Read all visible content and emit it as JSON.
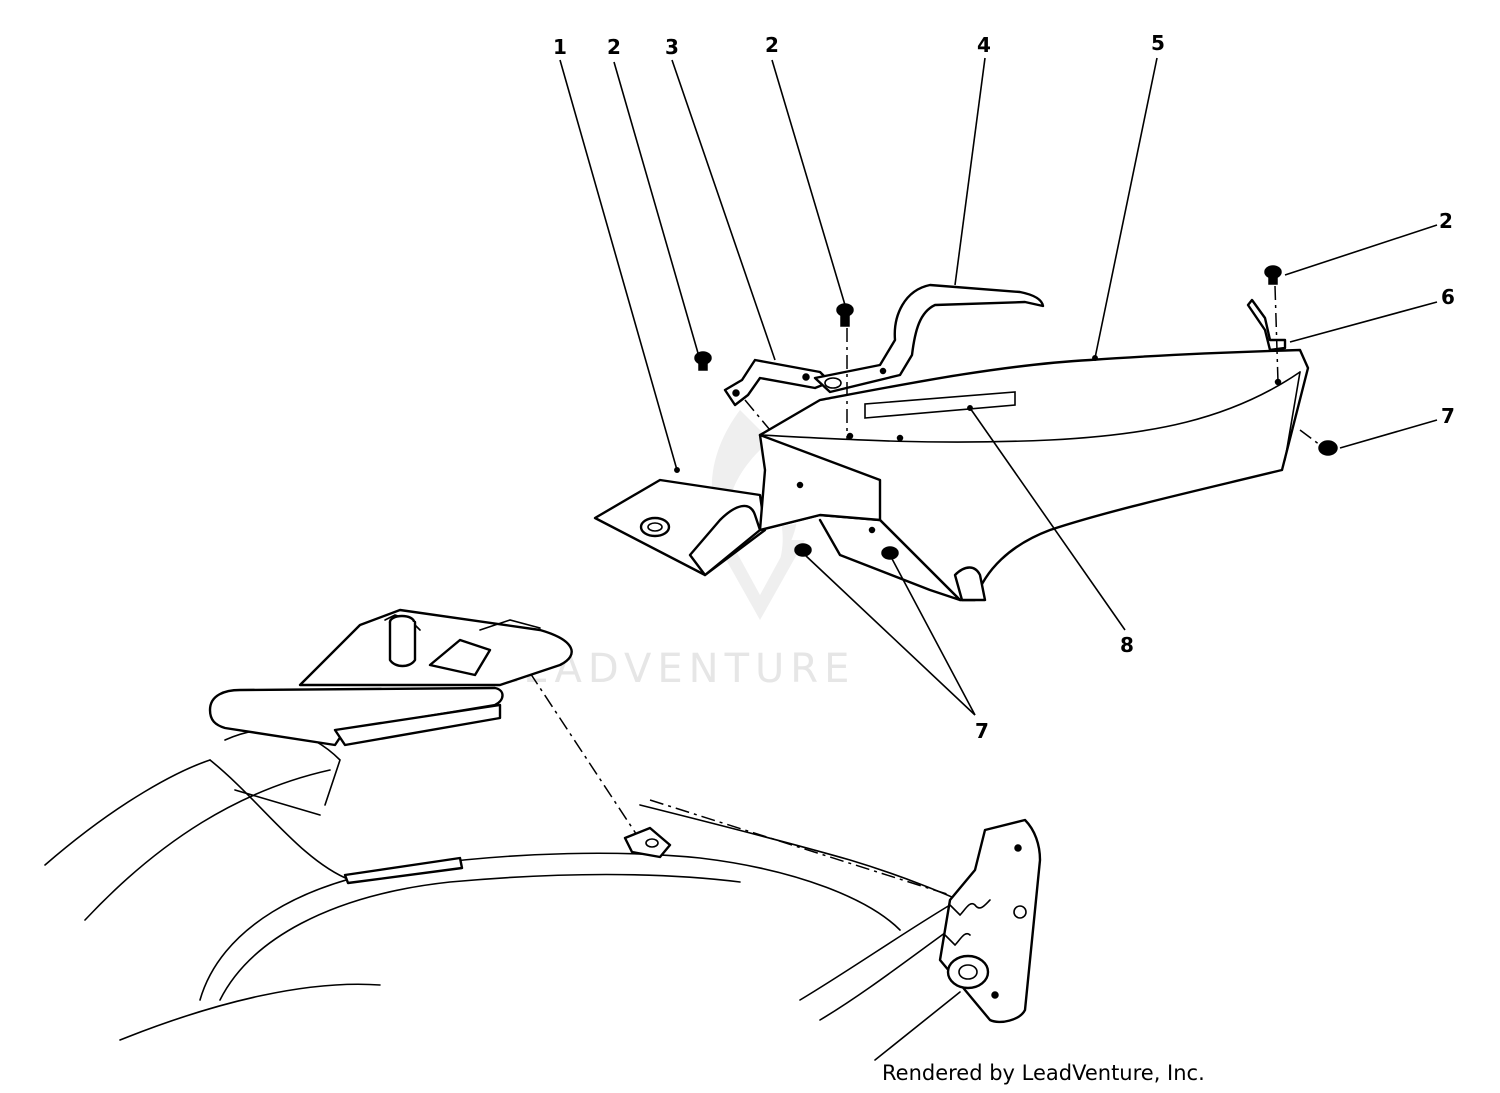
{
  "callouts": {
    "c1": "1",
    "c2a": "2",
    "c3": "3",
    "c2b": "2",
    "c4": "4",
    "c5": "5",
    "c2c": "2",
    "c6": "6",
    "c7a": "7",
    "c8": "8",
    "c7b": "7"
  },
  "watermark": {
    "text": "LEADVENTURE"
  },
  "footer": {
    "credit": "Rendered by LeadVenture, Inc."
  }
}
